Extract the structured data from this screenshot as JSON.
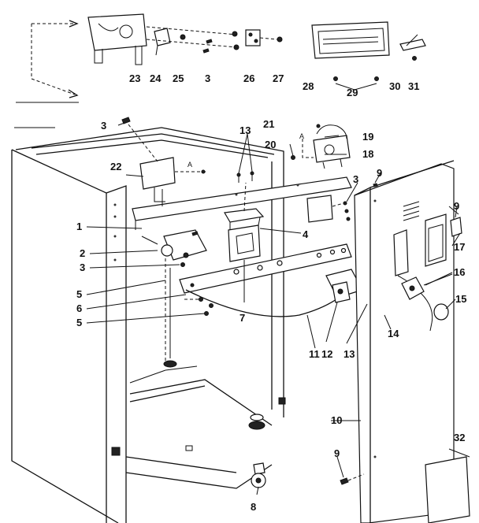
{
  "callouts": {
    "c1": "1",
    "c2": "2",
    "c3a": "3",
    "c3b": "3",
    "c3c": "3",
    "c3d": "3",
    "c5a": "5",
    "c5b": "5",
    "c6": "6",
    "c7": "7",
    "c8": "8",
    "c9a": "9",
    "c9b": "9",
    "c9c": "9",
    "c10": "10",
    "c11": "11",
    "c12": "12",
    "c13a": "13",
    "c13b": "13",
    "c14": "14",
    "c15": "15",
    "c16": "16",
    "c17": "17",
    "c18": "18",
    "c19": "19",
    "c20": "20",
    "c21": "21",
    "c22": "22",
    "c23": "23",
    "c24": "24",
    "c25": "25",
    "c26": "26",
    "c27": "27",
    "c28": "28",
    "c29": "29",
    "c30": "30",
    "c31": "31",
    "c32": "32",
    "c4": "4",
    "arrow_a1": "A",
    "arrow_a2": "A"
  }
}
